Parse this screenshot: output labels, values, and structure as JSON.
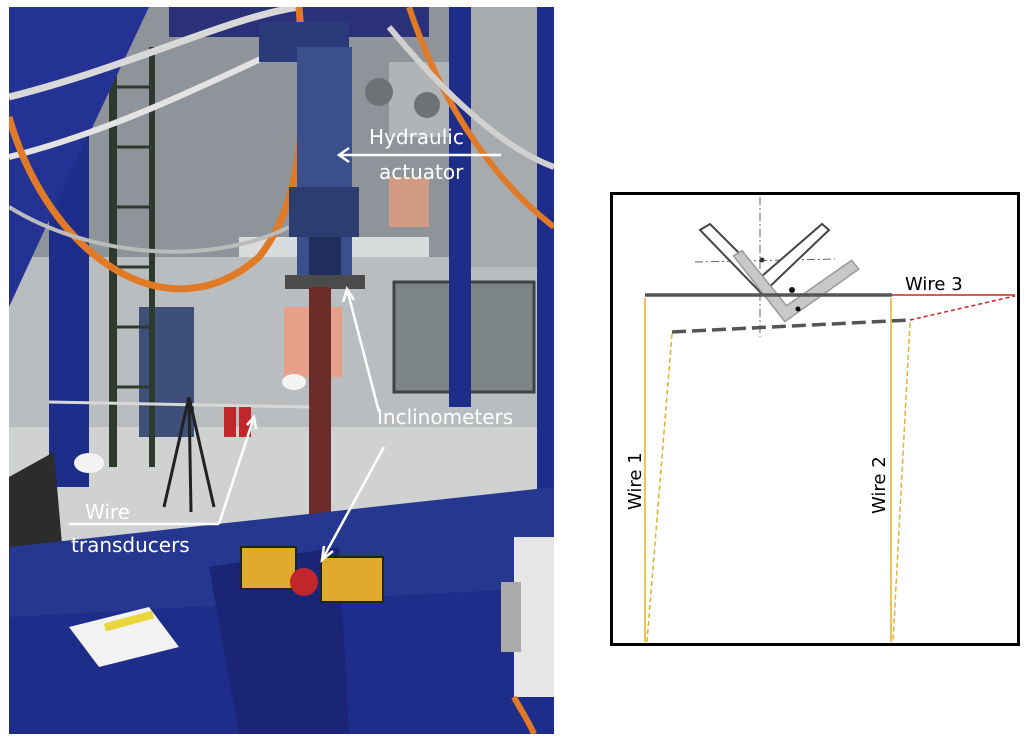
{
  "photo": {
    "labels": {
      "actuator_line1": "Hydraulic",
      "actuator_line2": "actuator",
      "inclinometers": "Inclinometers",
      "wire_line1": "Wire",
      "wire_line2": "transducers"
    }
  },
  "schematic": {
    "wire1": "Wire 1",
    "wire2": "Wire 2",
    "wire3": "Wire 3"
  },
  "colors": {
    "frame_blue": "#1f2d8a",
    "cable_orange": "#e07a26",
    "wire_yellow": "#e8b020",
    "wire3_red": "#d22020",
    "beam_gray": "#555555"
  }
}
